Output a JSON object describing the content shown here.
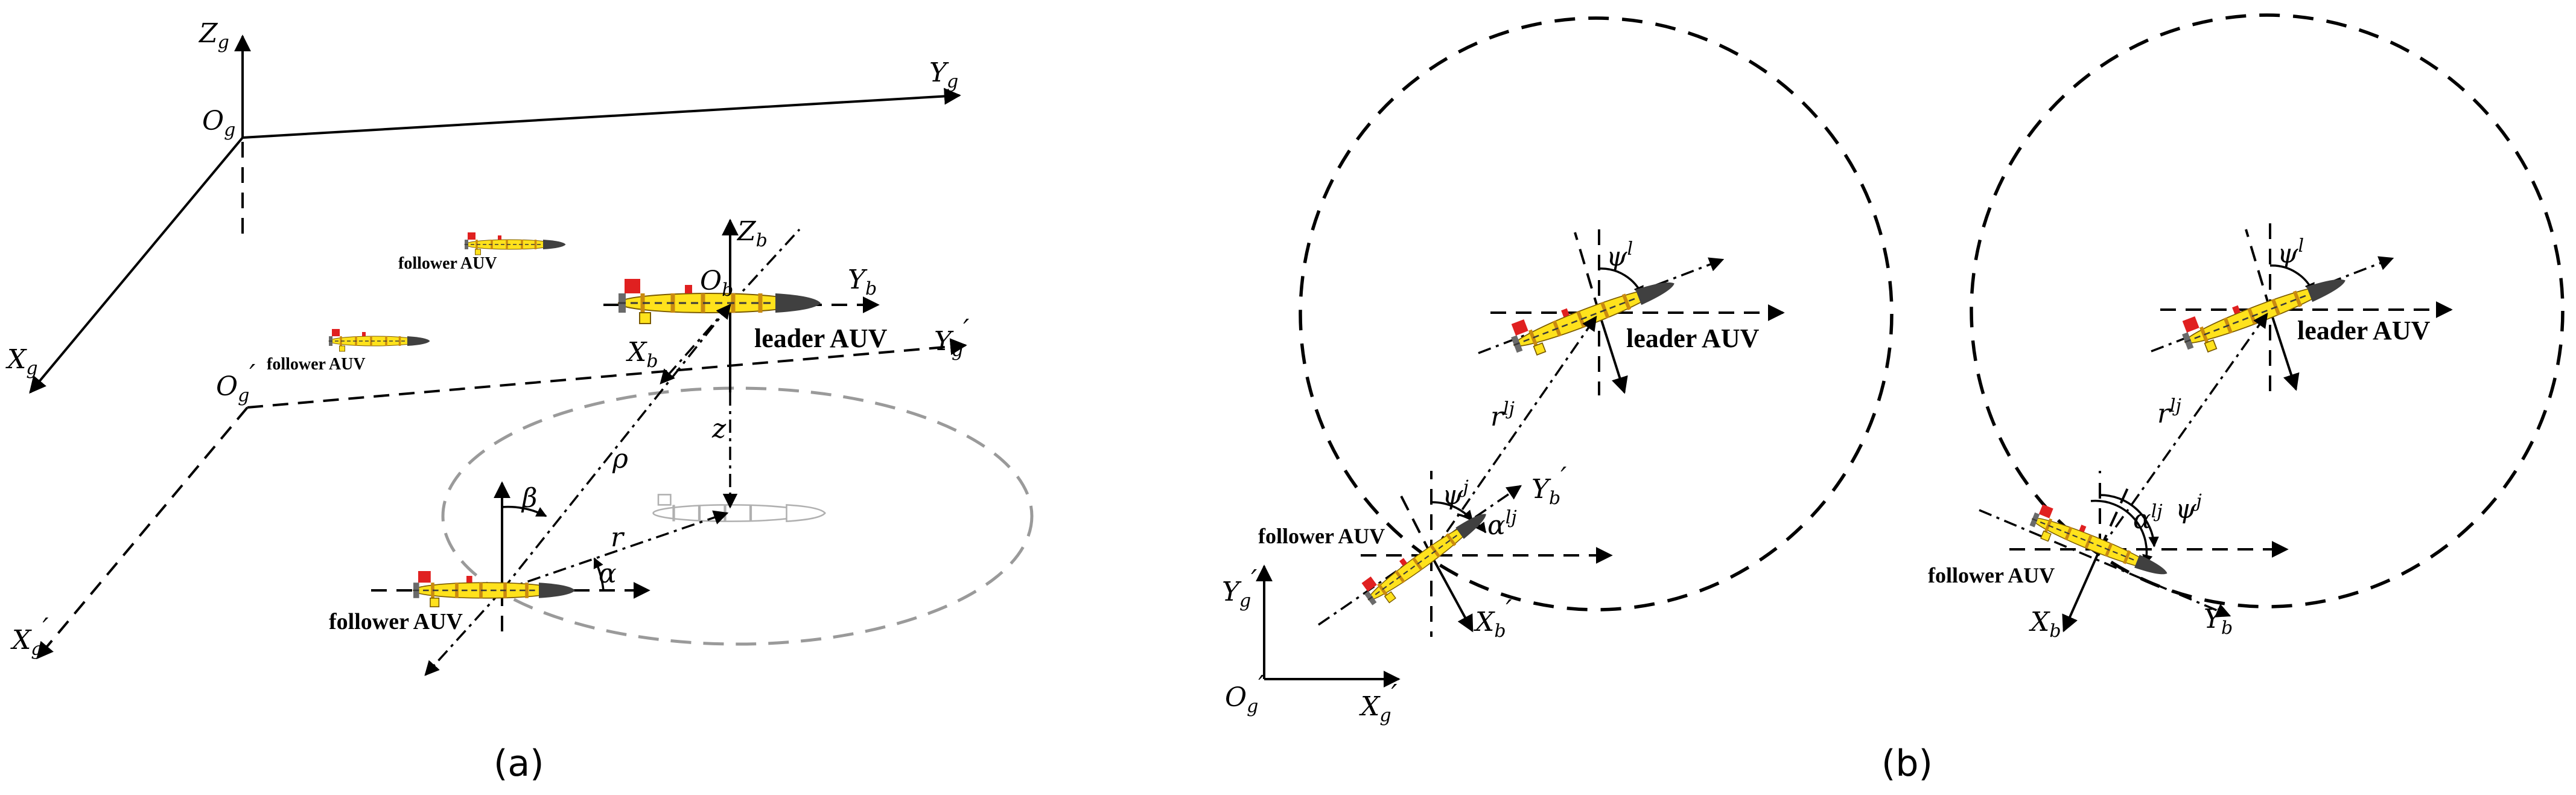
{
  "panels": [
    {
      "id": "a",
      "caption": "(a)"
    },
    {
      "id": "b",
      "caption": "(b)"
    }
  ],
  "auv_labels": {
    "leader": "leader AUV",
    "follower": "follower AUV"
  },
  "symbols": {
    "Zg": "Z",
    "Zg_sub": "g",
    "Yg": "Y",
    "Yg_sub": "g",
    "Xg": "X",
    "Xg_sub": "g",
    "Og": "O",
    "Og_sub": "g",
    "Ygp": "Y",
    "Ygp_sub": "g",
    "Ygp_prime": "′",
    "Xgp": "X",
    "Xgp_sub": "g",
    "Xgp_prime": "′",
    "Ogp": "O",
    "Ogp_sub": "g",
    "Ogp_prime": "′",
    "Zb": "Z",
    "Zb_sub": "b",
    "Ob": "O",
    "Ob_sub": "b",
    "Yb": "Y",
    "Yb_sub": "b",
    "Xb": "X",
    "Xb_sub": "b",
    "Ybp": "Y",
    "Ybp_sub": "b",
    "Ybp_prime": "′",
    "Xbp": "X",
    "Xbp_sub": "b",
    "Xbp_prime": "′",
    "beta": "β",
    "rho": "ρ",
    "r": "r",
    "z": "z",
    "alpha": "α",
    "psi": "ψ",
    "psi_l": "l",
    "psi_j": "j",
    "r_lj": "r",
    "lj": "lj"
  },
  "colors": {
    "auv_body": "#ffe21c",
    "auv_stripe": "#c98a10",
    "auv_nose": "#404040",
    "auv_accent": "#e02020"
  }
}
